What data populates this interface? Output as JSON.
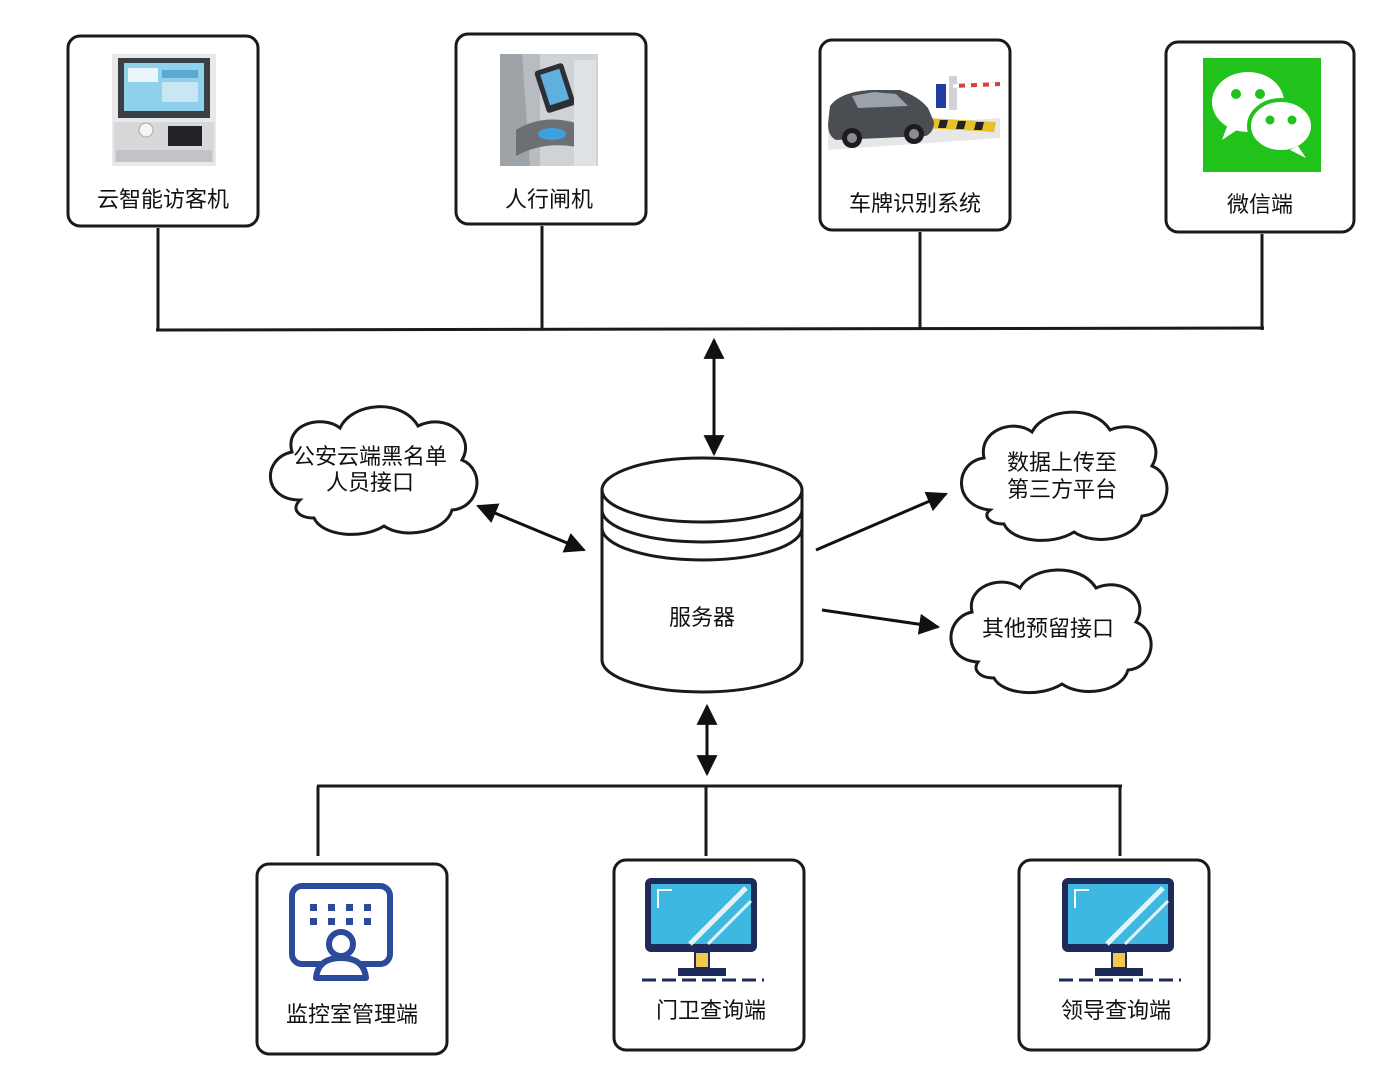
{
  "top_nodes": [
    {
      "id": "visitor-machine",
      "label": "云智能访客机",
      "icon": "kiosk-terminal-image"
    },
    {
      "id": "turnstile",
      "label": "人行闸机",
      "icon": "face-recognition-turnstile-image"
    },
    {
      "id": "plate-recognition",
      "label": "车牌识别系统",
      "icon": "car-barrier-gate-image"
    },
    {
      "id": "wechat",
      "label": "微信端",
      "icon": "wechat-icon"
    }
  ],
  "server": {
    "label": "服务器"
  },
  "clouds": {
    "left": {
      "lines": [
        "公安云端黑名单",
        "人员接口"
      ]
    },
    "right_top": {
      "lines": [
        "数据上传至",
        "第三方平台"
      ]
    },
    "right_bottom": {
      "lines": [
        "其他预留接口"
      ]
    }
  },
  "bottom_nodes": [
    {
      "id": "monitor-room",
      "label": "监控室管理端",
      "icon": "monitor-user-icon"
    },
    {
      "id": "guard-query",
      "label": "门卫查询端",
      "icon": "desktop-monitor-icon"
    },
    {
      "id": "leader-query",
      "label": "领导查询端",
      "icon": "desktop-monitor-icon"
    }
  ],
  "colors": {
    "line": "#1a1a1a",
    "wechat_green": "#22c21c",
    "monitor_screen": "#3db8e0",
    "monitor_frame": "#1e2a5a",
    "monitor_stand": "#f2c94c",
    "monitor_user_icon": "#2b4a9a"
  }
}
